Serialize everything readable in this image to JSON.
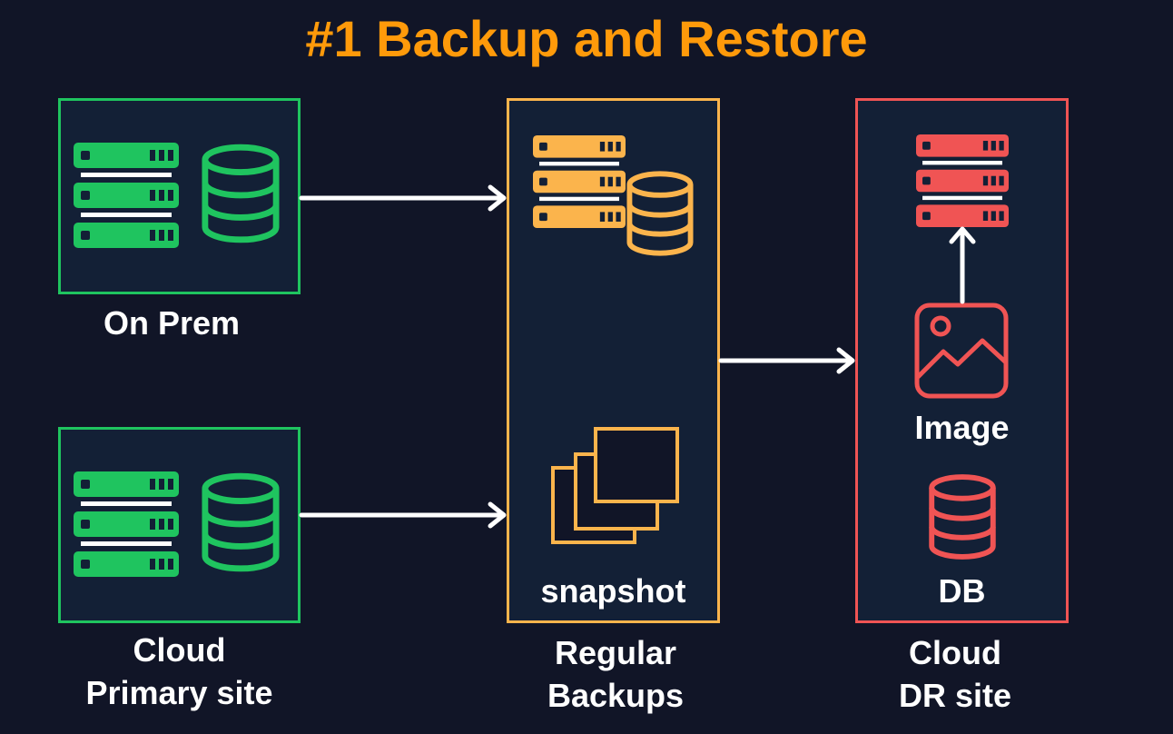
{
  "title": "#1 Backup and Restore",
  "colors": {
    "background": "#111527",
    "panel": "#132036",
    "title": "#ff9a0a",
    "primary": "#1fc45f",
    "backup": "#fbb44c",
    "dr": "#f05454",
    "arrow": "#ffffff"
  },
  "nodes": {
    "on_prem": {
      "label": "On Prem",
      "icons": [
        "server-icon",
        "database-icon"
      ]
    },
    "cloud_primary": {
      "label_line1": "Cloud",
      "label_line2": "Primary site",
      "icons": [
        "server-icon",
        "database-icon"
      ]
    },
    "regular_backups": {
      "label_line1": "Regular",
      "label_line2": "Backups",
      "inner_label": "snapshot",
      "icons": [
        "server-icon",
        "database-icon",
        "snapshot-icon"
      ]
    },
    "cloud_dr": {
      "label_line1": "Cloud",
      "label_line2": "DR site",
      "image_label": "Image",
      "db_label": "DB",
      "icons": [
        "server-icon",
        "image-icon",
        "database-icon"
      ]
    }
  },
  "edges": [
    {
      "from": "on_prem",
      "to": "regular_backups"
    },
    {
      "from": "cloud_primary",
      "to": "regular_backups"
    },
    {
      "from": "regular_backups",
      "to": "cloud_dr"
    },
    {
      "from": "image",
      "to": "dr-server"
    }
  ]
}
